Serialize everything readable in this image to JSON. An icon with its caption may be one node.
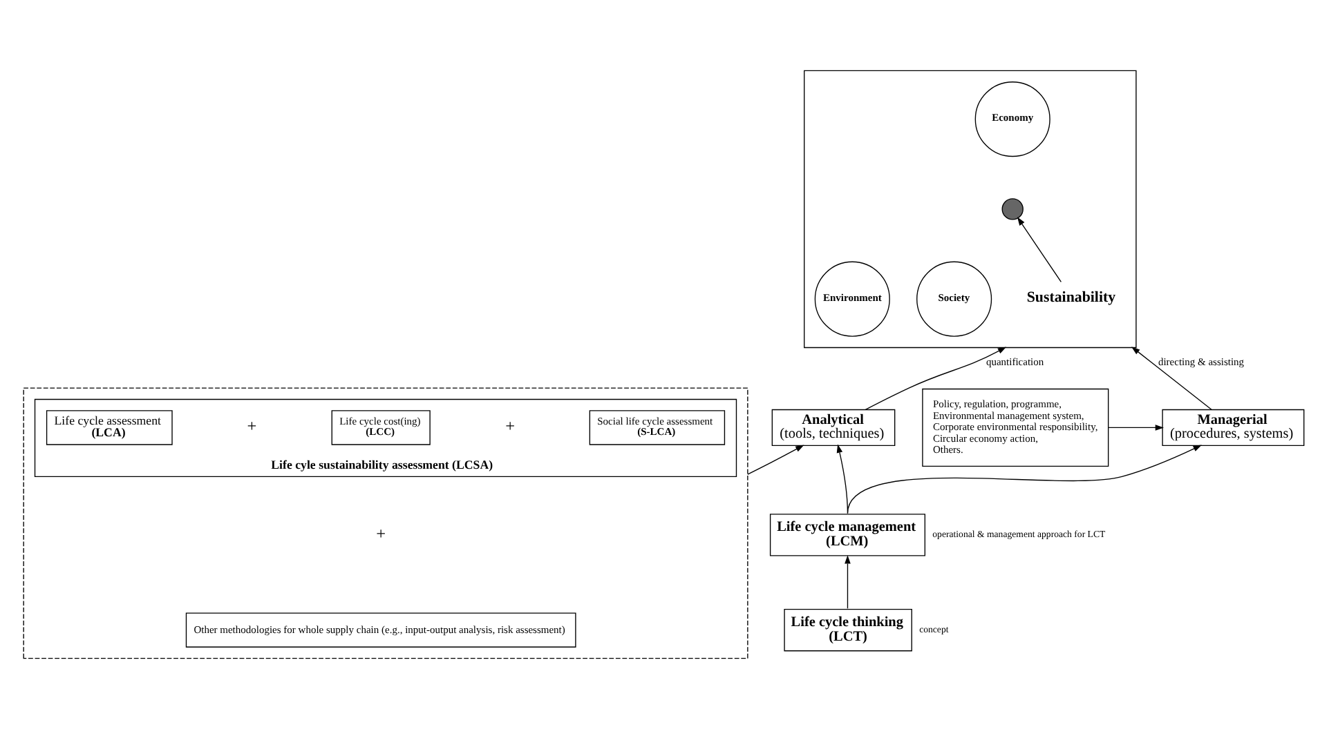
{
  "diagram": {
    "nodes": [
      {
        "text": [],
        "shape": "box"
      },
      {
        "text": [
          "Sustainability"
        ],
        "in": 0
      },
      {
        "text": [
          "Economy"
        ],
        "in": 0
      },
      {
        "text": [
          "Society"
        ],
        "in": 0
      },
      {
        "text": [
          "Environment"
        ],
        "in": 0
      },
      {
        "text": [],
        "shape": "circle",
        "in": 0
      },
      {
        "text": [],
        "shape": "box"
      },
      {
        "text": [
          "Life cyle sustainability assessment (LCSA)"
        ],
        "in": 6
      },
      {
        "text": [
          "Life cycle assessment",
          "(LCA)"
        ],
        "in": 7
      },
      {
        "text": [
          "Life cycle cost(ing)",
          "(LCC)"
        ],
        "in": 7
      },
      {
        "text": [
          "Social life cycle assessment",
          "(S-LCA)"
        ],
        "in": 7
      },
      {
        "text": [
          "Other methodologies for whole supply chain (e.g., input-output analysis, risk assessment)"
        ],
        "in": 6
      },
      {
        "text": [
          "Analytical",
          "(tools, techniques)"
        ]
      },
      {
        "text": [
          "Managerial",
          "(procedures, systems)"
        ]
      },
      {
        "text": [
          "Policy, regulation, programme,",
          "Environmental management system,",
          "Corporate environmental responsibility,",
          "Circular economy action,",
          "Others."
        ]
      },
      {
        "text": [
          "Life cycle management",
          "(LCM)"
        ],
        "beside": [
          "operational & management approach for LCT"
        ]
      },
      {
        "text": [
          "Life cycle thinking",
          "(LCT)"
        ],
        "beside": [
          "concept"
        ]
      }
    ],
    "edges": [
      {
        "from": 1,
        "to": 5,
        "arrow": "to"
      },
      {
        "from": 12,
        "to": 0,
        "arrow": "to",
        "label": "quantification"
      },
      {
        "from": 13,
        "to": 0,
        "arrow": "to",
        "label": "directing & assisting"
      },
      {
        "from": 6,
        "to": 12,
        "arrow": "to"
      },
      {
        "from": 14,
        "to": 13,
        "arrow": "to"
      },
      {
        "from": 15,
        "to": 12,
        "arrow": "to"
      },
      {
        "from": 15,
        "to": 13,
        "arrow": "to"
      },
      {
        "from": 16,
        "to": 15,
        "arrow": "to"
      }
    ],
    "labels": [
      "+",
      "+",
      "+"
    ]
  }
}
